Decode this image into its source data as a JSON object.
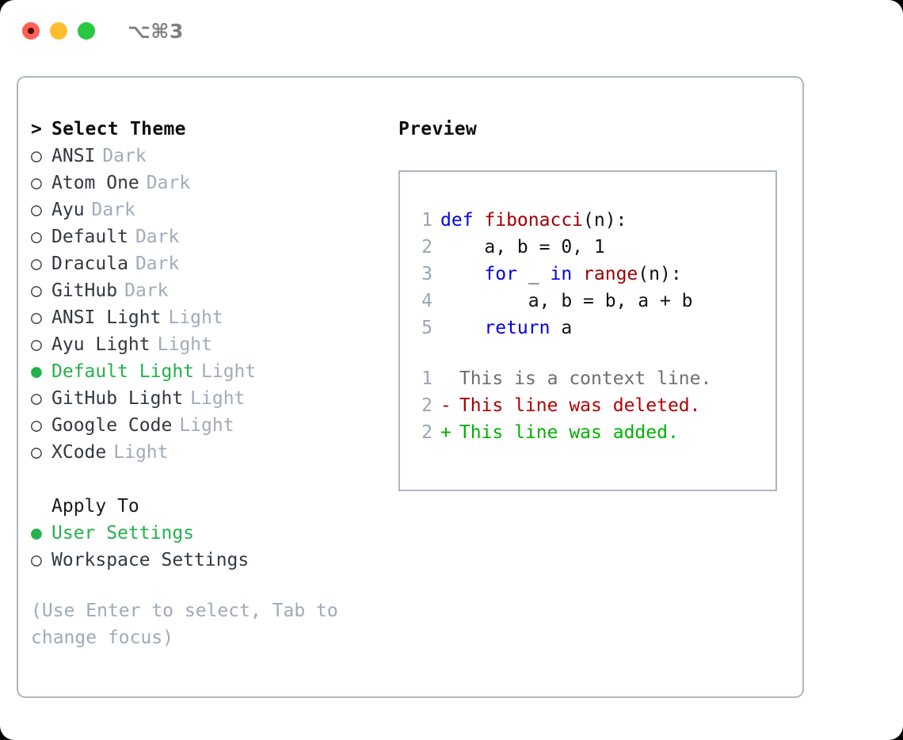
{
  "window": {
    "traffic_lights": [
      {
        "name": "close",
        "color": "#ff5f57"
      },
      {
        "name": "minimize",
        "color": "#ffbd2e"
      },
      {
        "name": "maximize",
        "color": "#28c840"
      }
    ],
    "shortcut": "⌥⌘3"
  },
  "theme_panel": {
    "prompt_marker": ">",
    "heading": "Select Theme",
    "radio_on": "●",
    "radio_off": "○",
    "items": [
      {
        "name": "ANSI",
        "variant": "Dark",
        "selected": false
      },
      {
        "name": "Atom One",
        "variant": "Dark",
        "selected": false
      },
      {
        "name": "Ayu",
        "variant": "Dark",
        "selected": false
      },
      {
        "name": "Default",
        "variant": "Dark",
        "selected": false
      },
      {
        "name": "Dracula",
        "variant": "Dark",
        "selected": false
      },
      {
        "name": "GitHub",
        "variant": "Dark",
        "selected": false
      },
      {
        "name": "ANSI Light",
        "variant": "Light",
        "selected": false
      },
      {
        "name": "Ayu Light",
        "variant": "Light",
        "selected": false
      },
      {
        "name": "Default Light",
        "variant": "Light",
        "selected": true
      },
      {
        "name": "GitHub Light",
        "variant": "Light",
        "selected": false
      },
      {
        "name": "Google Code",
        "variant": "Light",
        "selected": false
      },
      {
        "name": "XCode",
        "variant": "Light",
        "selected": false
      }
    ],
    "apply_to": {
      "heading": "Apply To",
      "options": [
        {
          "label": "User Settings",
          "selected": true
        },
        {
          "label": "Workspace Settings",
          "selected": false
        }
      ]
    },
    "hint": "(Use Enter to select, Tab to change focus)"
  },
  "preview": {
    "title": "Preview",
    "code_lines": [
      {
        "no": "1",
        "tokens": [
          {
            "t": "def ",
            "c": "kw"
          },
          {
            "t": "fibonacci",
            "c": "fn"
          },
          {
            "t": "(n):",
            "c": "plain"
          }
        ]
      },
      {
        "no": "2",
        "tokens": [
          {
            "t": "    a, b = 0, 1",
            "c": "plain"
          }
        ]
      },
      {
        "no": "3",
        "tokens": [
          {
            "t": "    ",
            "c": "plain"
          },
          {
            "t": "for",
            "c": "kw"
          },
          {
            "t": " _ ",
            "c": "plain"
          },
          {
            "t": "in ",
            "c": "kw"
          },
          {
            "t": "range",
            "c": "fn"
          },
          {
            "t": "(n):",
            "c": "plain"
          }
        ]
      },
      {
        "no": "4",
        "tokens": [
          {
            "t": "        a, b = b, a + b",
            "c": "plain"
          }
        ]
      },
      {
        "no": "5",
        "tokens": [
          {
            "t": "    ",
            "c": "plain"
          },
          {
            "t": "return",
            "c": "kw"
          },
          {
            "t": " a",
            "c": "plain"
          }
        ]
      }
    ],
    "diff_lines": [
      {
        "no": "1",
        "sign": " ",
        "text": "This is a context line.",
        "kind": "ctx"
      },
      {
        "no": "2",
        "sign": "-",
        "text": "This line was deleted.",
        "kind": "del"
      },
      {
        "no": "2",
        "sign": "+",
        "text": "This line was added.",
        "kind": "add"
      }
    ]
  },
  "colors": {
    "accent_green": "#22b24c",
    "muted": "#a3abb8",
    "border": "#aeb6c2",
    "keyword_blue": "#0000ee",
    "function_red": "#a00000",
    "diff_add": "#00b200",
    "diff_del": "#b20000"
  }
}
